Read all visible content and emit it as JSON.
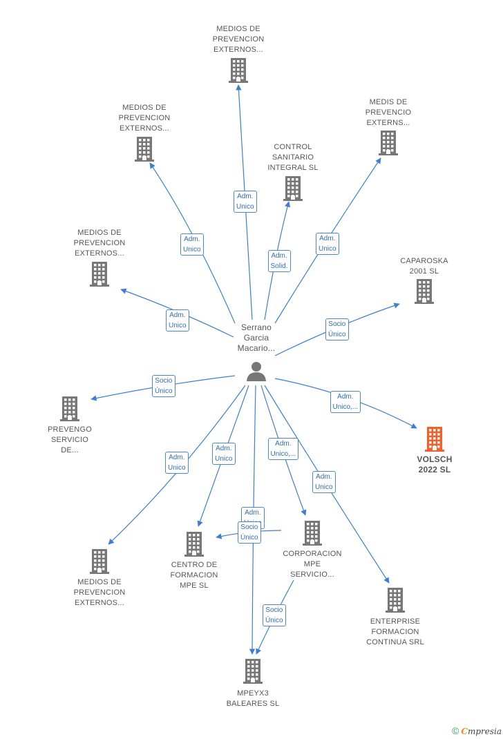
{
  "colors": {
    "edge": "#3a7fd5",
    "building": "#777777",
    "building_highlight": "#f2612c",
    "person": "#777777",
    "label_text": "#555555",
    "edge_label_border": "#4a86d4",
    "edge_label_text": "#2f6db5"
  },
  "center": {
    "id": "serrano",
    "icon": "person-icon",
    "label": [
      "Serrano",
      "Garcia",
      "Macario..."
    ]
  },
  "nodes": [
    {
      "id": "n1",
      "icon": "building-icon",
      "label": [
        "MEDIOS DE",
        "PREVENCION",
        "EXTERNOS..."
      ]
    },
    {
      "id": "n2",
      "icon": "building-icon",
      "label": [
        "MEDIOS DE",
        "PREVENCION",
        "EXTERNOS..."
      ]
    },
    {
      "id": "n3",
      "icon": "building-icon",
      "label": [
        "CONTROL",
        "SANITARIO",
        "INTEGRAL SL"
      ]
    },
    {
      "id": "n4",
      "icon": "building-icon",
      "label": [
        "MEDIS DE",
        "PREVENCIO",
        "EXTERNS..."
      ]
    },
    {
      "id": "n5",
      "icon": "building-icon",
      "label": [
        "MEDIOS DE",
        "PREVENCION",
        "EXTERNOS..."
      ]
    },
    {
      "id": "n6",
      "icon": "building-icon",
      "label": [
        "CAPAROSKA",
        "2001 SL"
      ]
    },
    {
      "id": "n7",
      "icon": "building-icon",
      "label": [
        "PREVENGO",
        "SERVICIO",
        "DE..."
      ]
    },
    {
      "id": "n8",
      "icon": "building-icon",
      "highlight": true,
      "label": [
        "VOLSCH",
        "2022  SL"
      ]
    },
    {
      "id": "n9",
      "icon": "building-icon",
      "label": [
        "MEDIOS DE",
        "PREVENCION",
        "EXTERNOS..."
      ]
    },
    {
      "id": "n10",
      "icon": "building-icon",
      "label": [
        "CENTRO DE",
        "FORMACION",
        "MPE  SL"
      ]
    },
    {
      "id": "n11",
      "icon": "building-icon",
      "label": [
        "CORPORACION",
        "MPE",
        "SERVICIO..."
      ]
    },
    {
      "id": "n12",
      "icon": "building-icon",
      "label": [
        "ENTERPRISE",
        "FORMACION",
        "CONTINUA SRL"
      ]
    },
    {
      "id": "n13",
      "icon": "building-icon",
      "label": [
        "MPEYX3",
        "BALEARES  SL"
      ]
    }
  ],
  "edges": [
    {
      "id": "e1",
      "from": "serrano",
      "to": "n1",
      "label": [
        "Adm.",
        "Unico"
      ]
    },
    {
      "id": "e2",
      "from": "serrano",
      "to": "n2",
      "label": [
        "Adm.",
        "Unico"
      ]
    },
    {
      "id": "e3",
      "from": "serrano",
      "to": "n3",
      "label": [
        "Adm.",
        "Solid."
      ]
    },
    {
      "id": "e4",
      "from": "serrano",
      "to": "n4",
      "label": [
        "Adm.",
        "Unico"
      ]
    },
    {
      "id": "e5",
      "from": "serrano",
      "to": "n5",
      "label": [
        "Adm.",
        "Unico"
      ]
    },
    {
      "id": "e6",
      "from": "serrano",
      "to": "n6",
      "label": [
        "Socio",
        "Único"
      ]
    },
    {
      "id": "e7",
      "from": "serrano",
      "to": "n7",
      "label": [
        "Socio",
        "Único"
      ]
    },
    {
      "id": "e8",
      "from": "serrano",
      "to": "n8",
      "label": [
        "Adm.",
        "Unico,..."
      ]
    },
    {
      "id": "e9",
      "from": "serrano",
      "to": "n9",
      "label": [
        "Adm.",
        "Unico"
      ]
    },
    {
      "id": "e10",
      "from": "serrano",
      "to": "n10",
      "label": [
        "Adm.",
        "Unico"
      ]
    },
    {
      "id": "e11",
      "from": "serrano",
      "to": "n11",
      "label": [
        "Adm.",
        "Unico,..."
      ]
    },
    {
      "id": "e12",
      "from": "serrano",
      "to": "n12",
      "label": [
        "Adm.",
        "Unico"
      ]
    },
    {
      "id": "e13",
      "from": "serrano",
      "to": "n13",
      "label": [
        "Adm.",
        "Unico"
      ]
    },
    {
      "id": "e14",
      "from": "n11",
      "to": "n10",
      "label": [
        "Socio",
        "Único"
      ]
    },
    {
      "id": "e15",
      "from": "n11",
      "to": "n13",
      "label": [
        "Socio",
        "Único"
      ]
    }
  ],
  "footer": {
    "copyright_symbol": "©",
    "brand_first": "C",
    "brand_rest": "mpresia"
  }
}
